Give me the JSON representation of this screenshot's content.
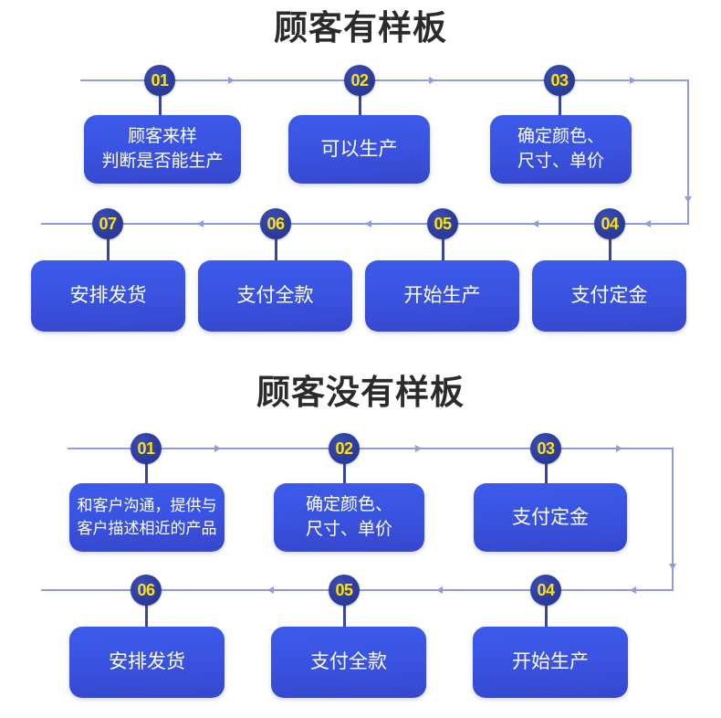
{
  "theme": {
    "page_background": "#ffffff",
    "title_color": "#2b2b2b",
    "box_gradient_from": "#3c5ae9",
    "box_gradient_to": "#3647cd",
    "box_text_color": "#ffffff",
    "badge_color": "#2c3d9f",
    "badge_text_color": "#ffe400",
    "rail_color": "#8d9ce0",
    "stem_color": "#36479f"
  },
  "sections": [
    {
      "id": "customer-has-sample",
      "title": "顾客有样板",
      "rows": [
        {
          "direction": "right",
          "steps": [
            {
              "number": "01",
              "label": "顾客来样\n判断是否能生产"
            },
            {
              "number": "02",
              "label": "可以生产"
            },
            {
              "number": "03",
              "label": "确定颜色、\n尺寸、单价"
            }
          ]
        },
        {
          "direction": "left",
          "steps": [
            {
              "number": "07",
              "label": "安排发货"
            },
            {
              "number": "06",
              "label": "支付全款"
            },
            {
              "number": "05",
              "label": "开始生产"
            },
            {
              "number": "04",
              "label": "支付定金"
            }
          ]
        }
      ]
    },
    {
      "id": "customer-no-sample",
      "title": "顾客没有样板",
      "rows": [
        {
          "direction": "right",
          "steps": [
            {
              "number": "01",
              "label": "和客户沟通，提供与\n客户描述相近的产品"
            },
            {
              "number": "02",
              "label": "确定颜色、\n尺寸、单价"
            },
            {
              "number": "03",
              "label": "支付定金"
            }
          ]
        },
        {
          "direction": "left",
          "steps": [
            {
              "number": "06",
              "label": "安排发货"
            },
            {
              "number": "05",
              "label": "支付全款"
            },
            {
              "number": "04",
              "label": "开始生产"
            }
          ]
        }
      ]
    }
  ]
}
